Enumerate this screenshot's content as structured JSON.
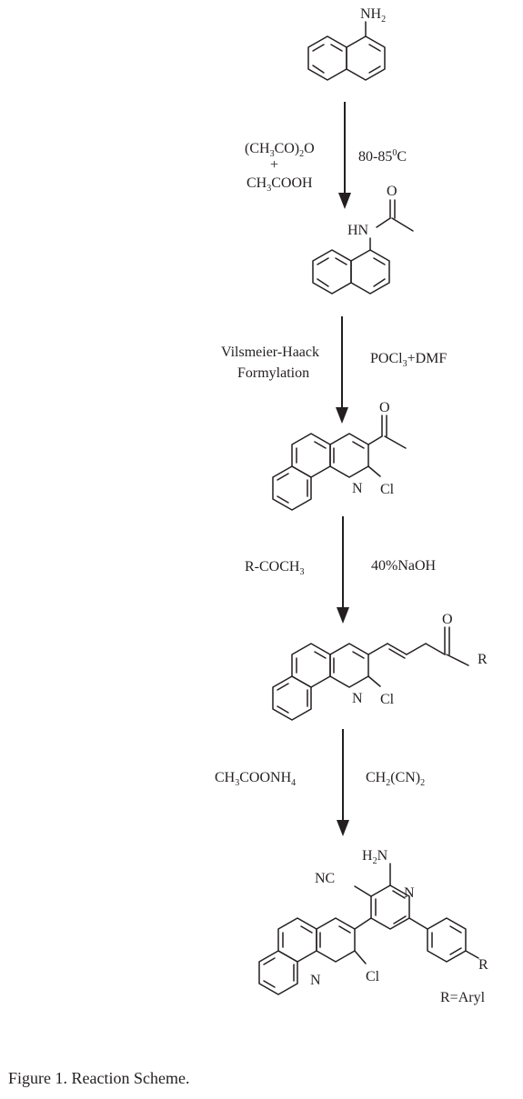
{
  "scheme": {
    "compounds": [
      {
        "name": "1-naphthylamine",
        "labels": {
          "amine": "NH",
          "amine_sub": "2"
        }
      },
      {
        "name": "N-acetyl-1-naphthylamine",
        "labels": {
          "oxygen": "O",
          "hn": "HN"
        }
      },
      {
        "name": "3-acetyl-2-chloroquinoline",
        "labels": {
          "oxygen": "O",
          "nitrogen": "N",
          "chlorine": "Cl"
        }
      },
      {
        "name": "chalcone",
        "labels": {
          "oxygen": "O",
          "r": "R",
          "nitrogen": "N",
          "chlorine": "Cl"
        }
      },
      {
        "name": "aminopyridine-product",
        "labels": {
          "amine": "H",
          "amine_sub": "2",
          "amine_n": "N",
          "nitrile": "NC",
          "pyridine_n": "N",
          "nitrogen": "N",
          "chlorine": "Cl",
          "r": "R",
          "r_def": "R=Aryl"
        }
      }
    ],
    "steps": [
      {
        "reagent_main": "(CH",
        "reagent_sub1": "3",
        "reagent_mid": "CO)",
        "reagent_sub2": "2",
        "reagent_end": "O",
        "plus": "+",
        "acid": "CH",
        "acid_sub": "3",
        "acid_end": "COOH",
        "temperature": "80-85",
        "temp_sup": "0",
        "temp_unit": "C"
      },
      {
        "left_1": "Vilsmeier-Haack",
        "left_2": "Formylation",
        "right": "POCl",
        "right_sub": "3",
        "right_end": "+DMF"
      },
      {
        "left": "R-COCH",
        "left_sub": "3",
        "right": "40%NaOH"
      },
      {
        "left": "CH",
        "left_sub": "3",
        "left_end": "COONH",
        "left_sub2": "4",
        "right": "CH",
        "right_sub": "2",
        "right_mid": "(CN)",
        "right_sub2": "2"
      }
    ]
  },
  "caption": "Figure 1. Reaction Scheme."
}
